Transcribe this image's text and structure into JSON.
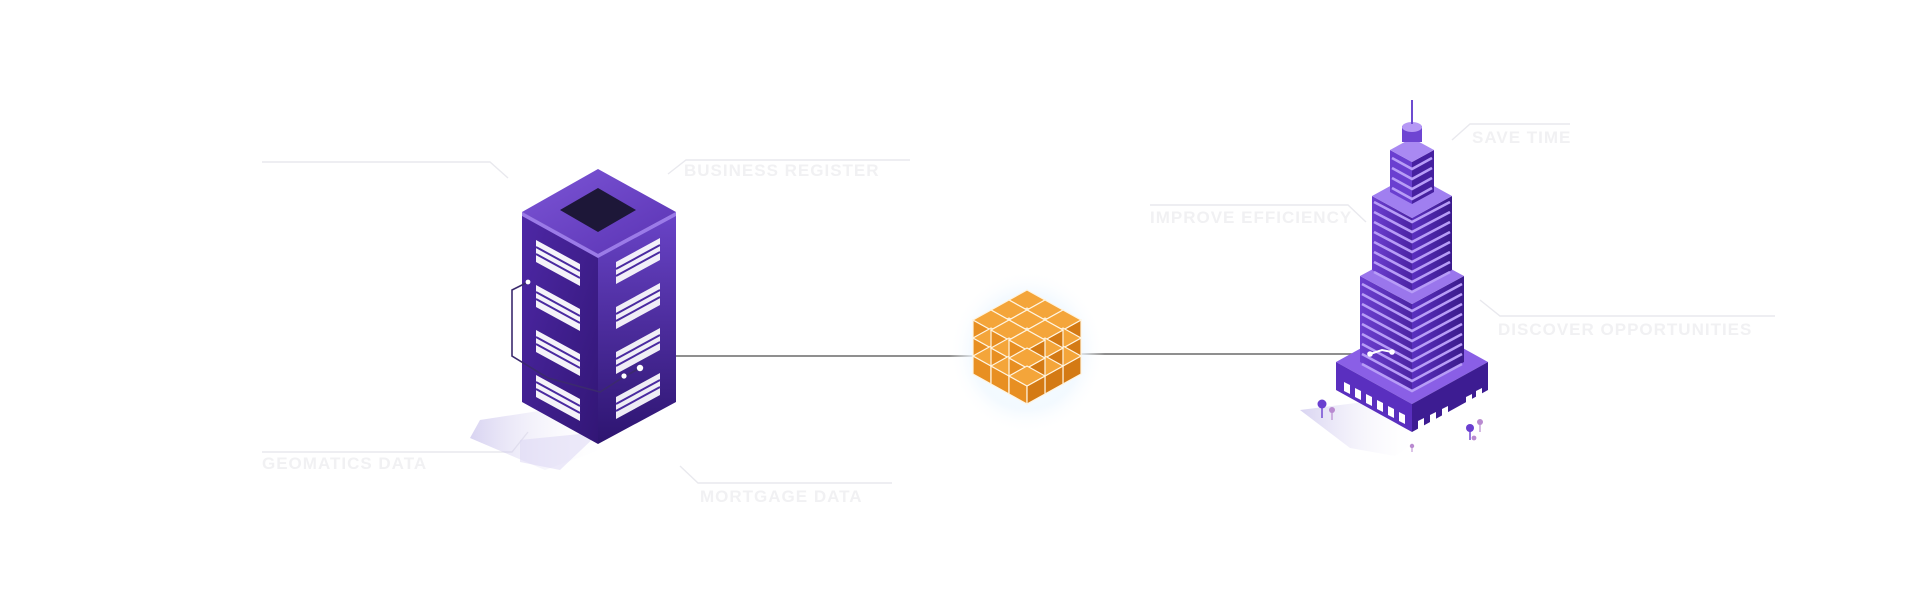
{
  "labels": {
    "geomatics": "GEOMATICS DATA",
    "business": "BUSINESS REGISTER",
    "mortgage": "MORTGAGE DATA",
    "improve": "IMPROVE EFFICIENCY",
    "save": "SAVE TIME",
    "discover": "DISCOVER  OPPORTUNITIES"
  },
  "colors": {
    "purple_dark": "#2a1466",
    "purple_mid": "#4f2aa8",
    "purple_light": "#7f5ad8",
    "orange": "#ee9a2c",
    "orange_dark": "#d87e12",
    "line": "#555555",
    "callout_line": "#e9e9ee",
    "label_text": "#f1f1f3"
  },
  "icons": {
    "data_server": "server-building-icon",
    "data_cube": "data-cube-icon",
    "skyscraper": "skyscraper-icon"
  }
}
